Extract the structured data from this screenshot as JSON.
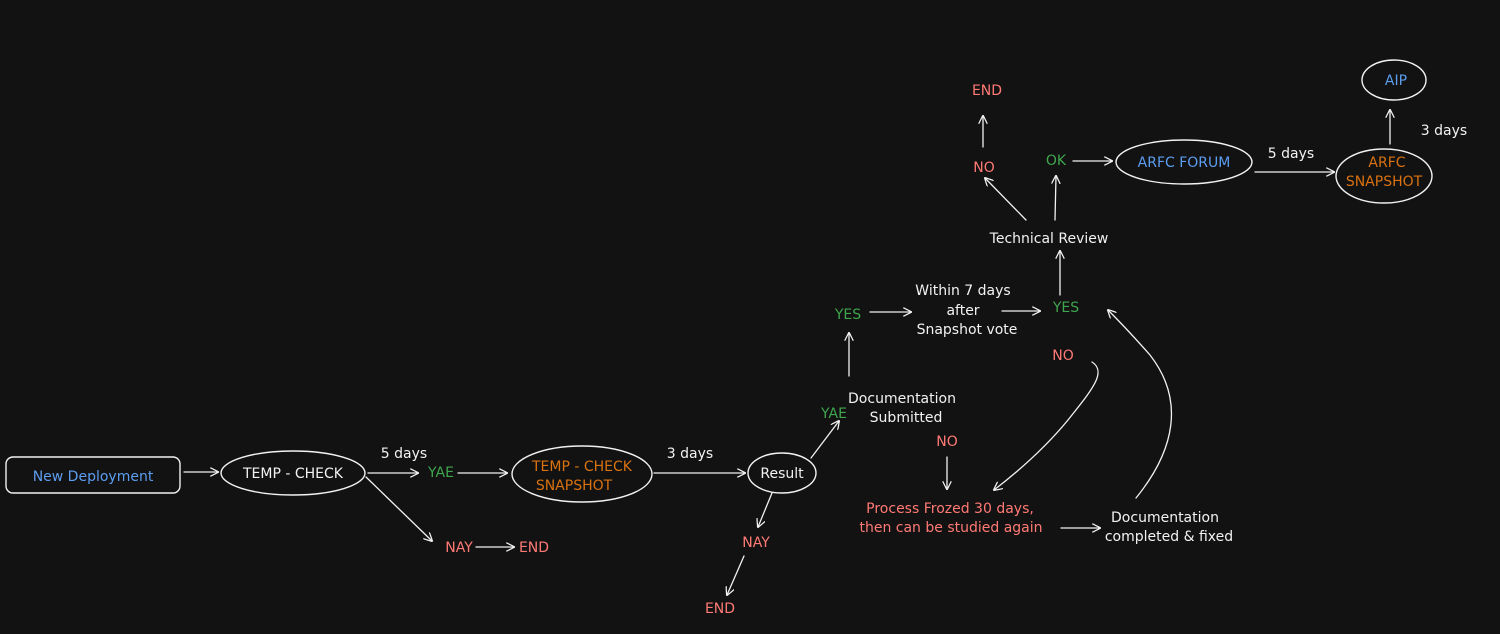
{
  "nodes": {
    "new_deployment": "New Deployment",
    "temp_check": "TEMP - CHECK",
    "yae_1": "YAE",
    "temp_check_snapshot": [
      "TEMP - CHECK",
      "SNAPSHOT"
    ],
    "nay_1": "NAY",
    "end_1": "END",
    "result": "Result",
    "nay_2": "NAY",
    "end_2": "END",
    "yae_2": "YAE",
    "documentation_submitted": [
      "Documentation",
      "Submitted"
    ],
    "yes_1": "YES",
    "within_7_days": [
      "Within 7 days",
      "after",
      "Snapshot vote"
    ],
    "yes_2": "YES",
    "no_1": "NO",
    "no_2": "NO",
    "process_frozen": [
      "Process Frozed 30 days,",
      "then can be studied again"
    ],
    "documentation_completed": [
      "Documentation",
      "completed & fixed"
    ],
    "technical_review": "Technical Review",
    "no_3": "NO",
    "ok": "OK",
    "end_3": "END",
    "arfc_forum": "ARFC FORUM",
    "arfc_snapshot": [
      "ARFC",
      "SNAPSHOT"
    ],
    "aip": "AIP"
  },
  "edge_labels": {
    "temp_check_duration": "5 days",
    "snapshot_duration": "3 days",
    "arfc_forum_duration": "5 days",
    "arfc_snapshot_duration": "3 days"
  },
  "colors": {
    "background": "#121212",
    "stroke": "#f2f2f2",
    "blue": "#5c9df0",
    "orange": "#d9720f",
    "green": "#3fa64d",
    "red": "#ff7a75"
  }
}
